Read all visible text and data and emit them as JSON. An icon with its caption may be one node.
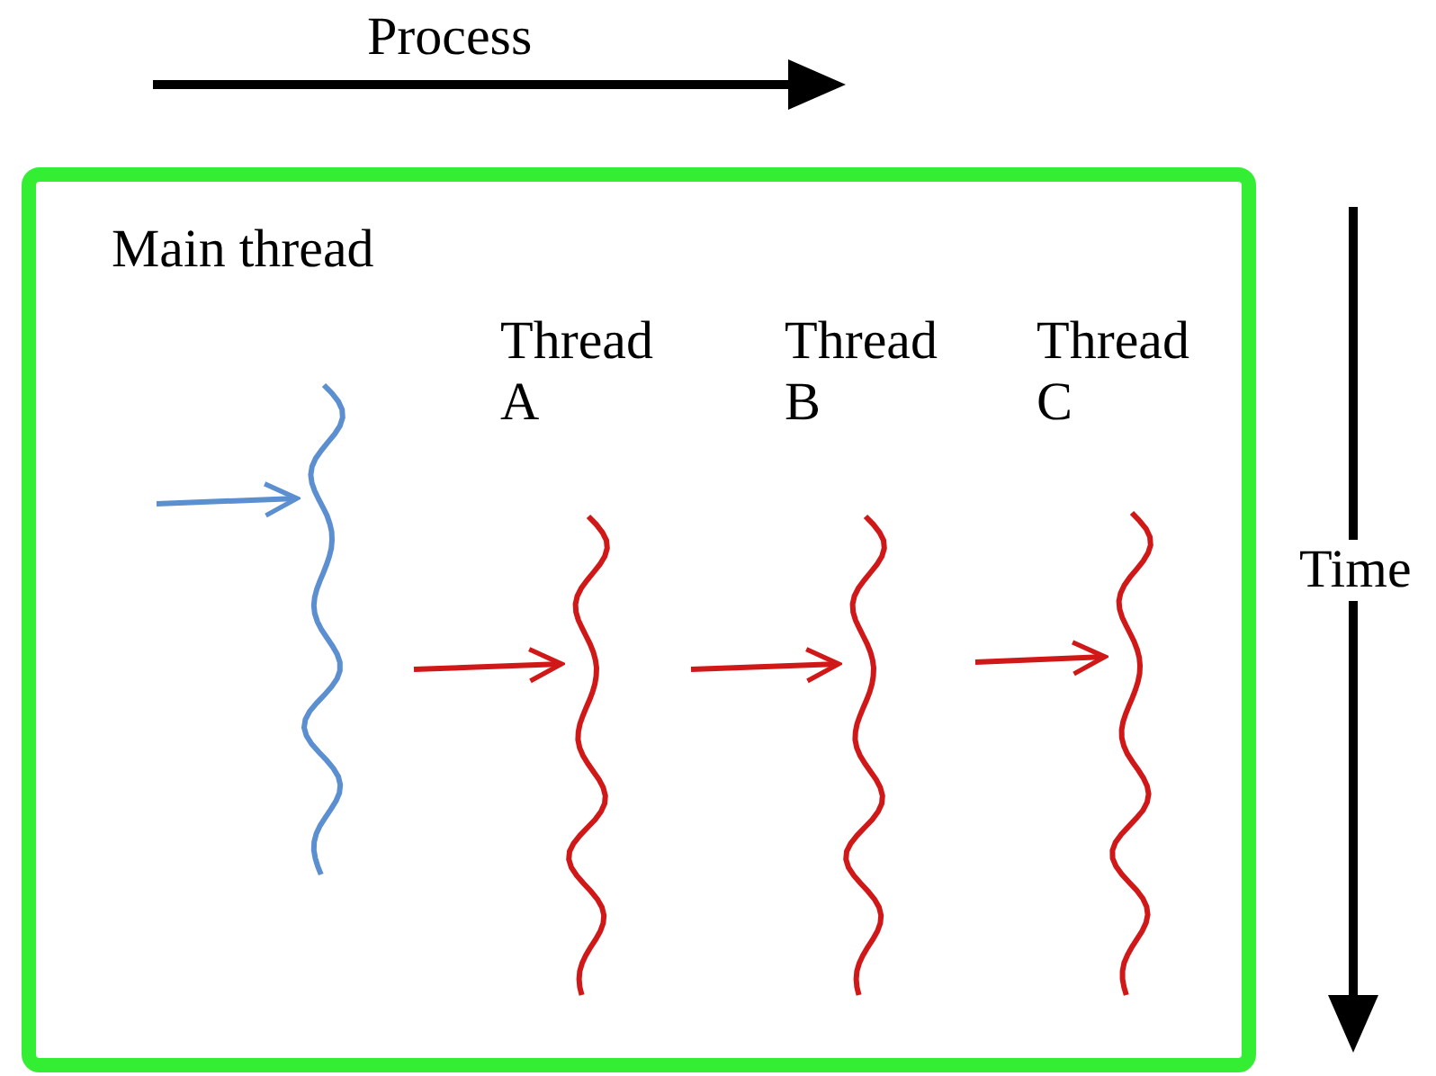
{
  "diagram": {
    "nodes": [
      {
        "text": [],
        "shape": "box"
      },
      {
        "text": [
          "Main thread"
        ],
        "in": 0
      },
      {
        "text": [
          "Thread A"
        ],
        "in": 0
      },
      {
        "text": [
          "Thread B"
        ],
        "in": 0
      },
      {
        "text": [
          "Thread C"
        ],
        "in": 0
      }
    ],
    "edges": [
      {
        "from": null,
        "to": 1,
        "arrow": "to",
        "color": "#5b8fd0"
      },
      {
        "from": null,
        "to": 2,
        "arrow": "to"
      },
      {
        "from": null,
        "to": 3,
        "arrow": "to"
      },
      {
        "from": null,
        "to": 4,
        "arrow": "to"
      }
    ],
    "labels": [
      "Process",
      "Time"
    ]
  }
}
